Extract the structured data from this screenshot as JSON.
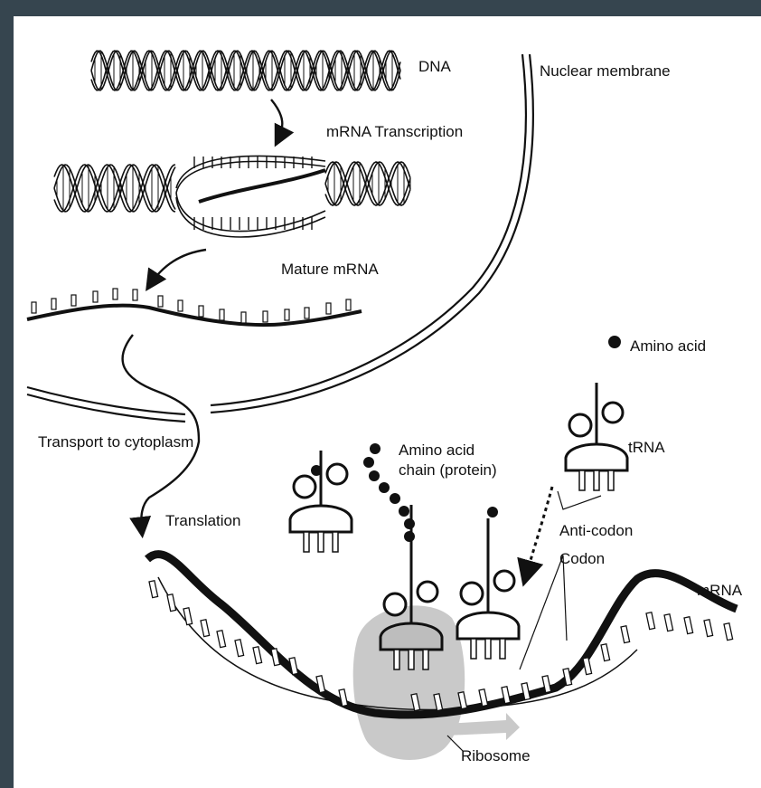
{
  "labels": {
    "dna": "DNA",
    "nuclear_membrane": "Nuclear membrane",
    "transcription": "mRNA Transcription",
    "mature_mrna": "Mature mRNA",
    "transport": "Transport to cytoplasm",
    "translation": "Translation",
    "amino_acid": "Amino acid",
    "trna": "tRNA",
    "amino_acid_chain_line1": "Amino acid",
    "amino_acid_chain_line2": "chain (protein)",
    "anti_codon": "Anti-codon",
    "codon": "Codon",
    "mrna": "mRNA",
    "ribosome": "Ribosome"
  },
  "colors": {
    "frame": "#36454f",
    "background": "#ffffff",
    "ink": "#111111",
    "ribosome": "#c9c9c9"
  }
}
